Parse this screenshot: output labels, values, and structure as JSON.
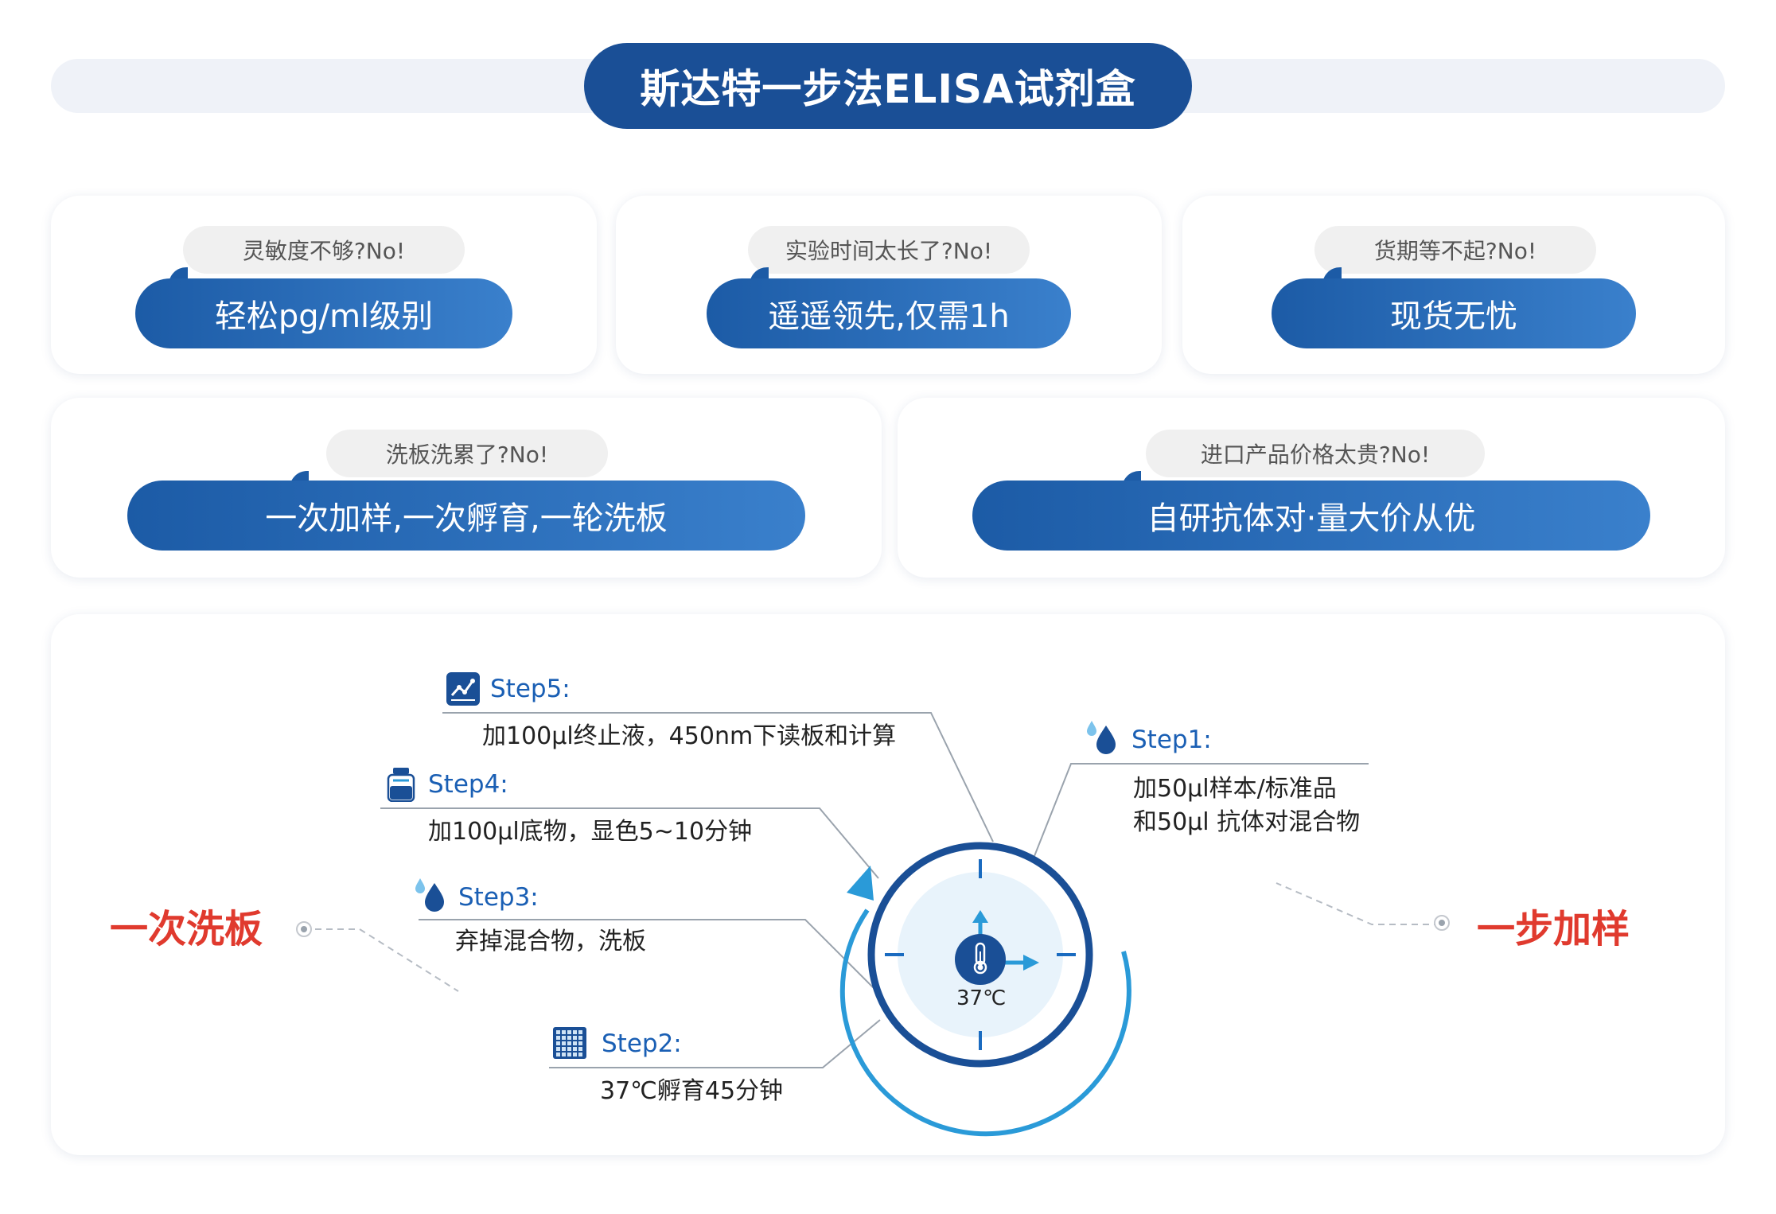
{
  "header": {
    "title": "斯达特一步法ELISA试剂盒"
  },
  "features": [
    {
      "question": "灵敏度不够?No!",
      "answer": "轻松pg/ml级别"
    },
    {
      "question": "实验时间太长了?No!",
      "answer": "遥遥领先,仅需1h"
    },
    {
      "question": "货期等不起?No!",
      "answer": "现货无忧"
    },
    {
      "question": "洗板洗累了?No!",
      "answer": "一次加样,一次孵育,一轮洗板"
    },
    {
      "question": "进口产品价格太贵?No!",
      "answer": "自研抗体对·量大价从优"
    }
  ],
  "process": {
    "left_label": "一次洗板",
    "right_label": "一步加样",
    "center_temp": "37℃",
    "steps": [
      {
        "title": "Step1:",
        "lines": [
          "加50μl样本/标准品",
          "和50μl 抗体对混合物"
        ]
      },
      {
        "title": "Step2:",
        "lines": [
          "37℃孵育45分钟"
        ]
      },
      {
        "title": "Step3:",
        "lines": [
          "弃掉混合物，洗板"
        ]
      },
      {
        "title": "Step4:",
        "lines": [
          "加100μl底物，显色5~10分钟"
        ]
      },
      {
        "title": "Step5:",
        "lines": [
          "加100μl终止液，450nm下读板和计算"
        ]
      }
    ]
  },
  "colors": {
    "primary": "#1a4f96",
    "accent": "#2a9ad8",
    "highlight": "#e03a2e",
    "step_text": "#1a5fb4"
  },
  "icons": {
    "step1": "water-drop-icon",
    "step2": "microplate-grid-icon",
    "step3": "water-drop-icon",
    "step4": "reagent-bottle-icon",
    "step5": "line-chart-icon",
    "center": "thermometer-icon"
  }
}
